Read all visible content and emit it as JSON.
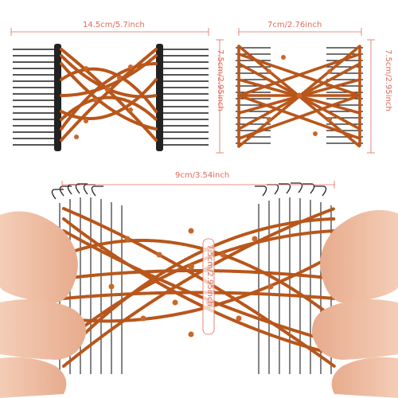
{
  "image": {
    "subject": "beaded stretch double hair combs",
    "colors": {
      "bead": "#b8561b",
      "bead_dark": "#7a3510",
      "comb": "#1a1a1a",
      "dimension": "#e06a5a",
      "skin": "#f1c3a8"
    }
  },
  "dimensions": {
    "top_left_width": "14.5cm/5.7inch",
    "top_left_height": "7.5cm/2.95inch",
    "top_right_width": "7cm/2.76inch",
    "top_right_height": "7.5cm/2.95inch",
    "bottom_width": "9cm/3.54inch",
    "bottom_height": "7.5cm/2.95inch"
  }
}
